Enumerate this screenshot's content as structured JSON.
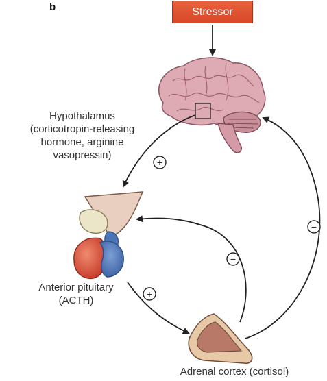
{
  "panel_label": "b",
  "stressor": {
    "label": "Stressor",
    "color": "#e0553a"
  },
  "hypothalamus": {
    "line1": "Hypothalamus",
    "line2": "(corticotropin-releasing",
    "line3": "hormone, arginine",
    "line4": "vasopressin)"
  },
  "anterior_pituitary": {
    "line1": "Anterior pituitary",
    "line2": "(ACTH)"
  },
  "adrenal": {
    "label": "Adrenal cortex (cortisol)"
  },
  "signs": {
    "positive": "+",
    "negative": "−"
  },
  "colors": {
    "brain": "#d9a3ae",
    "pituitary_red": "#d9503d",
    "pituitary_blue": "#4a74b5",
    "adrenal": "#b87968"
  }
}
